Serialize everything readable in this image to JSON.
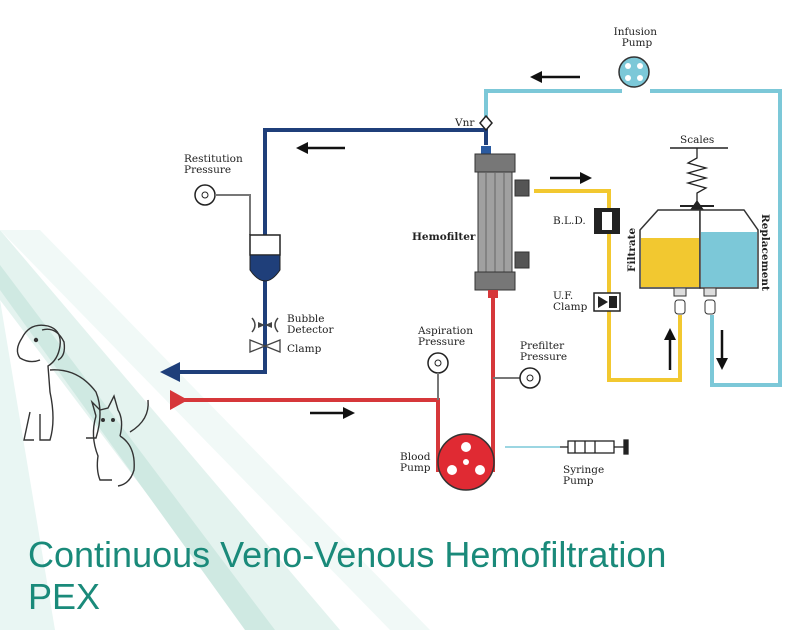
{
  "labels": {
    "infusion_pump": [
      "Infusion",
      "Pump"
    ],
    "restitution_pressure": [
      "Restitution",
      "Pressure"
    ],
    "vnr": "Vnr",
    "scales": "Scales",
    "hemofilter": "Hemofilter",
    "bld": "B.L.D.",
    "uf_clamp": [
      "U.F.",
      "Clamp"
    ],
    "filtrate": "Filtrate",
    "replacement": "Replacement",
    "bubble_detector": [
      "Bubble",
      "Detector"
    ],
    "clamp": "Clamp",
    "aspiration_pressure": [
      "Aspiration",
      "Pressure"
    ],
    "prefilter_pressure": [
      "Prefilter",
      "Pressure"
    ],
    "blood_pump": [
      "Blood",
      "Pump"
    ],
    "syringe_pump": [
      "Syringe",
      "Pump"
    ]
  },
  "title": {
    "line1": "Continuous Veno-Venous Hemofiltration",
    "line2": "PEX"
  },
  "colors": {
    "arterial": "#d6373a",
    "venous": "#1f3f7a",
    "replacement": "#7cc8d8",
    "filtrate": "#f2c830",
    "accent": "#1a8a7a",
    "background_stripe": "#cfe9e2"
  },
  "icons": [
    "dog-cat-sketch",
    "pressure-gauge",
    "bubble-trap",
    "pump-rotor",
    "syringe",
    "scale-spring"
  ]
}
